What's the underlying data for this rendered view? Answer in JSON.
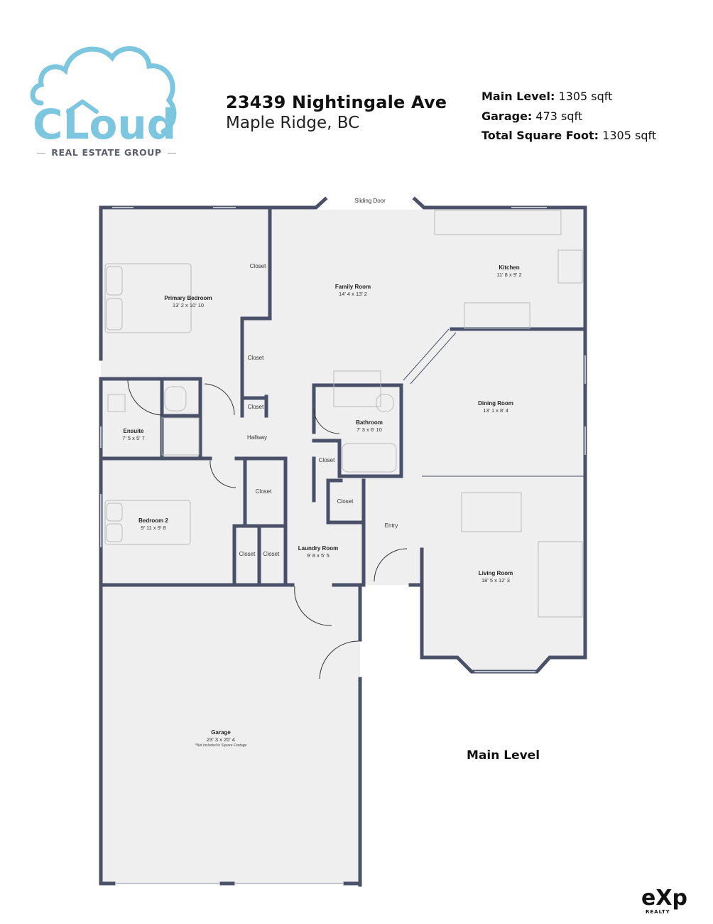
{
  "brand": {
    "logo_word": "CLoud",
    "logo_sub": "REAL ESTATE GROUP",
    "logo_color": "#7cc6df"
  },
  "address": {
    "street": "23439 Nightingale Ave",
    "city": "Maple Ridge, BC"
  },
  "stats": {
    "main_label": "Main Level:",
    "main_value": "1305 sqft",
    "garage_label": "Garage:",
    "garage_value": "473 sqft",
    "total_label": "Total Square Foot:",
    "total_value": "1305 sqft"
  },
  "plan": {
    "wall_color": "#4a5068",
    "floor_color": "#efefef",
    "sliding_door": "Sliding Door",
    "rooms": {
      "primary_bedroom": {
        "name": "Primary Bedroom",
        "dim": "13' 2 x 10' 10"
      },
      "family_room": {
        "name": "Family Room",
        "dim": "14' 4 x 13' 2"
      },
      "kitchen": {
        "name": "Kitchen",
        "dim": "11' 8 x 9' 2"
      },
      "dining_room": {
        "name": "Dining Room",
        "dim": "13' 1 x 8' 4"
      },
      "ensuite": {
        "name": "Ensuite",
        "dim": "7' 5 x 5' 7"
      },
      "bathroom": {
        "name": "Bathroom",
        "dim": "7' 3 x 6' 10"
      },
      "bedroom2": {
        "name": "Bedroom 2",
        "dim": "9' 11 x 9' 8"
      },
      "laundry": {
        "name": "Laundry Room",
        "dim": "9' 8 x 5' 5"
      },
      "living_room": {
        "name": "Living Room",
        "dim": "18' 5 x 12' 3"
      },
      "garage": {
        "name": "Garage",
        "dim": "23' 3 x 20' 4",
        "note": "*Not Included in Square Footage"
      }
    },
    "labels": {
      "closet": "Closet",
      "hallway": "Hallway",
      "entry": "Entry"
    }
  },
  "level_label": "Main Level",
  "exp_logo": {
    "word": "eXp",
    "sub": "REALTY"
  }
}
